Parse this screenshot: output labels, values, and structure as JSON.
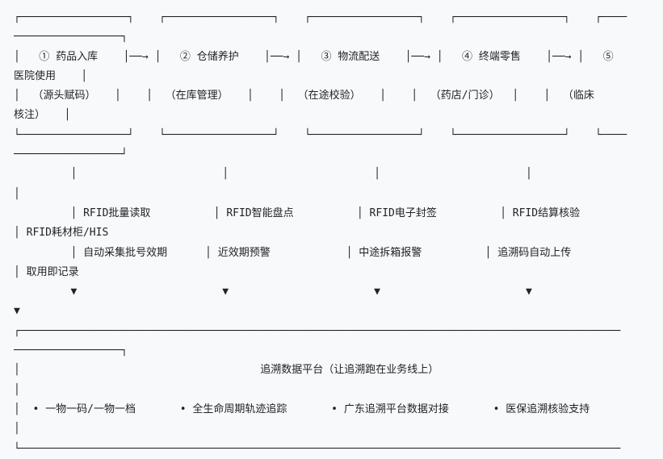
{
  "diagram": {
    "lines": [
      "┌─────────────────┐    ┌─────────────────┐    ┌─────────────────┐    ┌─────────────────┐    ┌────",
      "─────────────────┐",
      "│   ① 药品入库    │──→ │   ② 仓储养护    │──→ │   ③ 物流配送    │──→ │   ④ 终端零售    │──→ │   ⑤",
      "医院使用    │",
      "│  （源头赋码）   │    │  （在库管理）   │    │  （在途校验）   │    │  （药店/门诊）  │    │  （临床",
      "核注）   │",
      "└─────────────────┘    └─────────────────┘    └─────────────────┘    └─────────────────┘    └────",
      "─────────────────┘",
      "         │                       │                       │                       │",
      "│",
      "         │ RFID批量读取          │ RFID智能盘点          │ RFID电子封签          │ RFID结算核验",
      "│ RFID耗材柜/HIS",
      "         │ 自动采集批号效期      │ 近效期预警            │ 中途拆箱报警          │ 追溯码自动上传",
      "│ 取用即记录",
      "         ▼                       ▼                       ▼                       ▼",
      "▼",
      "┌───────────────────────────────────────────────────────────────────────────────────────────────",
      "─────────────────┐",
      "│                                      追溯数据平台（让追溯跑在业务线上）",
      "│",
      "│  • 一物一码/一物一档       • 全生命周期轨迹追踪       • 广东追溯平台数据对接       • 医保追溯核验支持",
      "│",
      "└───────────────────────────────────────────────────────────────────────────────────────────────"
    ]
  }
}
